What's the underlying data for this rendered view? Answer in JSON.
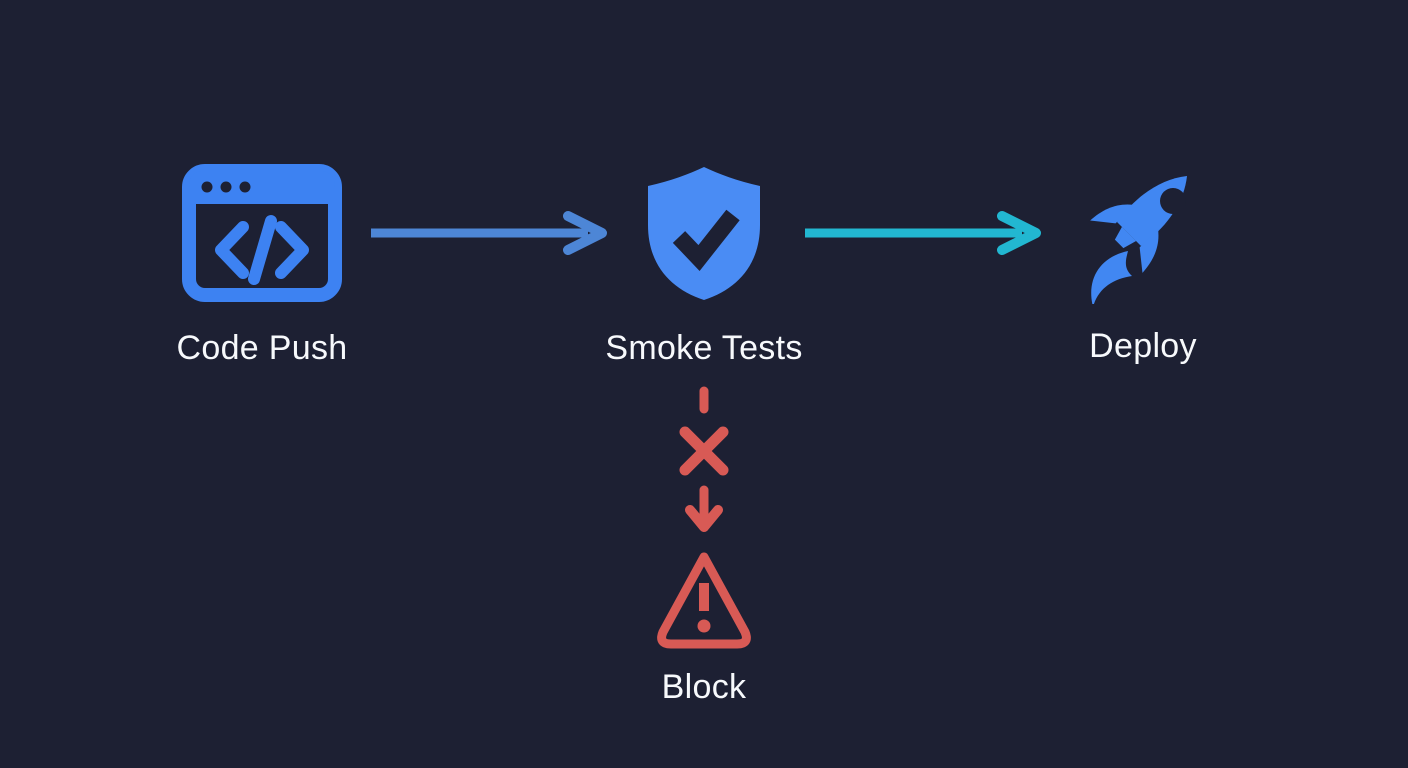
{
  "diagram": {
    "type": "flowchart",
    "background_color": "#1d2033",
    "text_color": "#f7f9fc",
    "nodes": [
      {
        "id": "code-push",
        "label": "Code Push",
        "icon": "code-window-icon",
        "icon_color": "#3d82f2"
      },
      {
        "id": "smoke-tests",
        "label": "Smoke Tests",
        "icon": "shield-check-icon",
        "icon_color": "#4a8cf4"
      },
      {
        "id": "deploy",
        "label": "Deploy",
        "icon": "rocket-icon",
        "icon_color": "#4187f2"
      },
      {
        "id": "block",
        "label": "Block",
        "icon": "warning-triangle-icon",
        "icon_color": "#d85a55"
      }
    ],
    "edges": [
      {
        "from": "code-push",
        "to": "smoke-tests",
        "style": "solid-arrow",
        "color": "#4d86d6",
        "direction": "right"
      },
      {
        "from": "smoke-tests",
        "to": "deploy",
        "style": "solid-arrow",
        "color": "#22b7d1",
        "direction": "right"
      },
      {
        "from": "smoke-tests",
        "to": "block",
        "style": "dashed-arrow-with-x",
        "color": "#d85a55",
        "direction": "down",
        "marker": "x-fail"
      }
    ]
  }
}
